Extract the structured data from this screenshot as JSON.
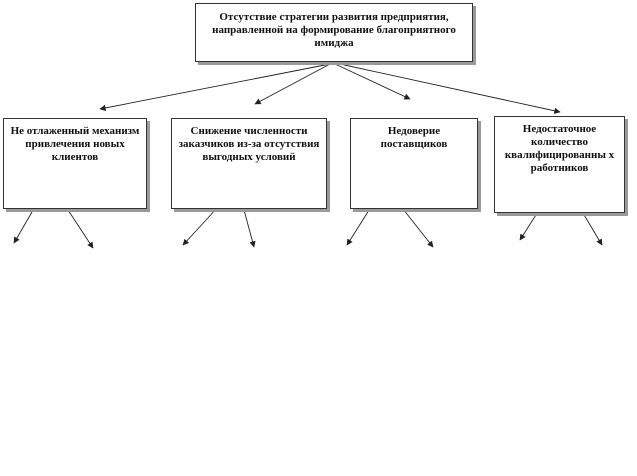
{
  "root": {
    "text": "Отсутствие стратегии развития предприятия, направленной на формирование благоприятного имиджа"
  },
  "children": [
    {
      "text": "Не отлаженный механизм привлечения новых клиентов"
    },
    {
      "text": "Снижение численности заказчиков из-за отсутствия выгодных условий"
    },
    {
      "text": "Недоверие поставщиков"
    },
    {
      "text": "Недостаточное количество квалифицированны х работников"
    }
  ],
  "colors": {
    "line": "#222222",
    "shadow": "#9a9a9a"
  }
}
